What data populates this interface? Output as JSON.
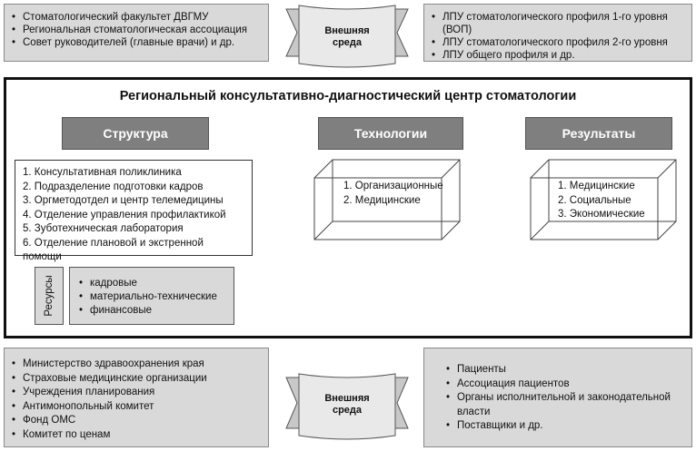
{
  "top": {
    "left_items": [
      "Стоматологический факультет ДВГМУ",
      "Региональная стоматологическая ассоциация",
      "Совет руководителей (главные врачи) и др."
    ],
    "banner": [
      "Внешняя",
      "среда"
    ],
    "right_items": [
      "ЛПУ стоматологического профиля 1-го уровня (ВОП)",
      "ЛПУ стоматологического профиля 2-го уровня",
      "ЛПУ общего профиля и др."
    ]
  },
  "center": {
    "title": "Региональный консультативно-диагностический центр стоматологии",
    "structure": {
      "header": "Структура",
      "items": [
        "1. Консультативная поликлиника",
        "2. Подразделение подготовки кадров",
        "3. Оргметодотдел и центр телемедицины",
        "4. Отделение управления профилактикой",
        "5. Зуботехническая лаборатория",
        "6. Отделение плановой и экстренной помощи"
      ]
    },
    "resources": {
      "label": "Ресурсы",
      "items": [
        "кадровые",
        "материально-технические",
        "финансовые"
      ]
    },
    "technologies": {
      "header": "Технологии",
      "items": [
        "1. Организационные",
        "2. Медицинские"
      ]
    },
    "results": {
      "header": "Результаты",
      "items": [
        "1. Медицинские",
        "2. Социальные",
        "3. Экономические"
      ]
    }
  },
  "bottom": {
    "left_items": [
      "Министерство здравоохранения края",
      "Страховые медицинские организации",
      "Учреждения планирования",
      "Антимонопольный комитет",
      "Фонд ОМС",
      "Комитет по ценам"
    ],
    "banner": [
      "Внешняя",
      "среда"
    ],
    "right_items": [
      "Пациенты",
      "Ассоциация пациентов",
      "Органы исполнительной и законодательной власти",
      "Поставщики и др."
    ]
  }
}
